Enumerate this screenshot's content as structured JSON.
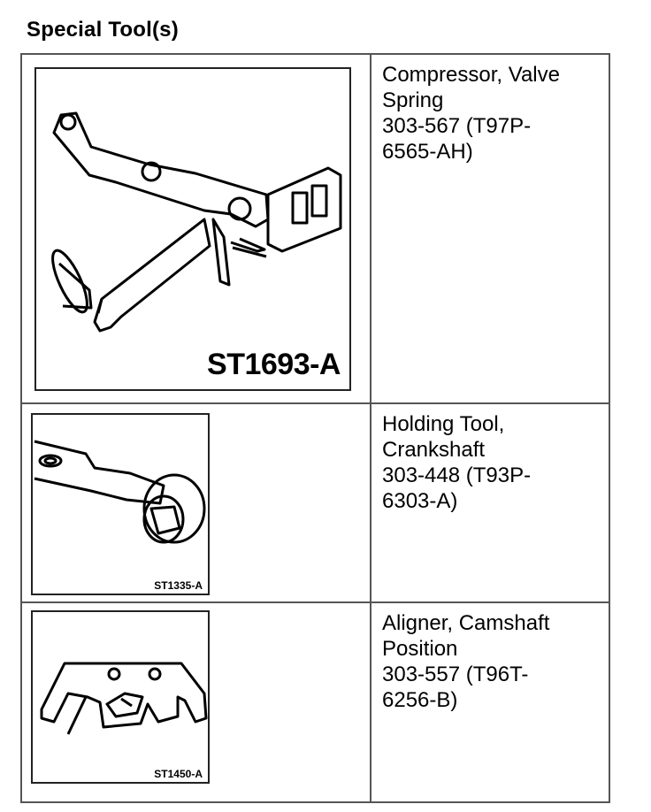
{
  "title": "Special Tool(s)",
  "tools": [
    {
      "image_label": "ST1693-A",
      "lines": [
        "Compressor, Valve",
        "Spring",
        "303-567 (T97P-",
        "6565-AH)"
      ]
    },
    {
      "image_label": "ST1335-A",
      "lines": [
        "Holding Tool,",
        "Crankshaft",
        "303-448 (T93P-",
        "6303-A)"
      ]
    },
    {
      "image_label": "ST1450-A",
      "lines": [
        "Aligner, Camshaft",
        "Position",
        "303-557 (T96T-",
        "6256-B)"
      ]
    }
  ]
}
